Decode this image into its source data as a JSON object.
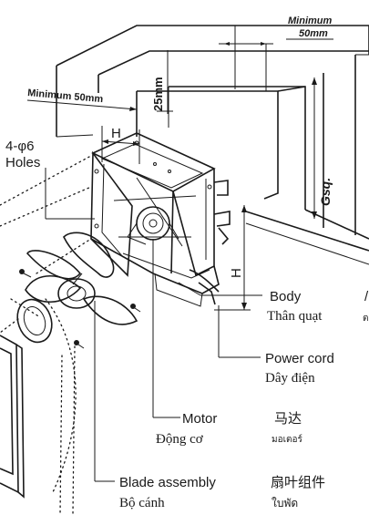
{
  "dimensions": {
    "min_top": "Minimum 50mm",
    "min_top_line1": "Minimum",
    "min_top_line2": "50mm",
    "min_side": "Minimum 50mm",
    "depth_25": "25mm",
    "gsq": "Gsq.",
    "h_top": "H",
    "h_side": "H"
  },
  "holes": {
    "line1": "4-φ6",
    "line2": "Holes"
  },
  "labels": {
    "body_en": "Body",
    "body_vi": "Thân quạt",
    "cord_en": "Power cord",
    "cord_vi": "Dây điện",
    "motor_en": "Motor",
    "motor_vi": "Động cơ",
    "motor_zh": "马达",
    "motor_th": "มอเตอร์",
    "blade_en": "Blade assembly",
    "blade_vi": "Bộ cánh",
    "blade_zh": "扇叶组件",
    "blade_th": "ใบพัด"
  }
}
